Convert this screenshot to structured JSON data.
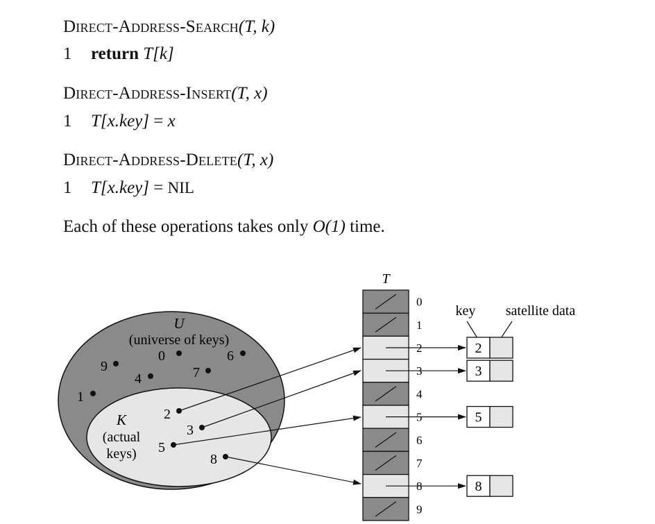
{
  "algorithms": [
    {
      "name": "Direct-Address-Search",
      "args": "(T, k)",
      "line_num": "1",
      "keyword": "return",
      "body": " T[k]"
    },
    {
      "name": "Direct-Address-Insert",
      "args": "(T, x)",
      "line_num": "1",
      "body_lhs": "T[x.key]",
      "eq": " = ",
      "body_rhs": "x"
    },
    {
      "name": "Direct-Address-Delete",
      "args": "(T, x)",
      "line_num": "1",
      "body_lhs": "T[x.key]",
      "eq": " = ",
      "body_rhs": "NIL"
    }
  ],
  "summary": {
    "pre": "Each of these operations takes only ",
    "big_o": "O(1)",
    "post": " time."
  },
  "figure": {
    "table_label": "T",
    "slot_indices": [
      "0",
      "1",
      "2",
      "3",
      "4",
      "5",
      "6",
      "7",
      "8",
      "9"
    ],
    "occupied_slots": [
      2,
      3,
      5,
      8
    ],
    "universe_label": "U",
    "universe_caption": "(universe of keys)",
    "actual_label": "K",
    "actual_caption_1": "(actual",
    "actual_caption_2": "keys)",
    "universe_keys": [
      "0",
      "6",
      "9",
      "7",
      "4",
      "1"
    ],
    "actual_keys": [
      "2",
      "3",
      "5",
      "8"
    ],
    "element_key_header": "key",
    "element_satellite_header": "satellite data",
    "element_keys": [
      "2",
      "3",
      "5",
      "8"
    ]
  }
}
